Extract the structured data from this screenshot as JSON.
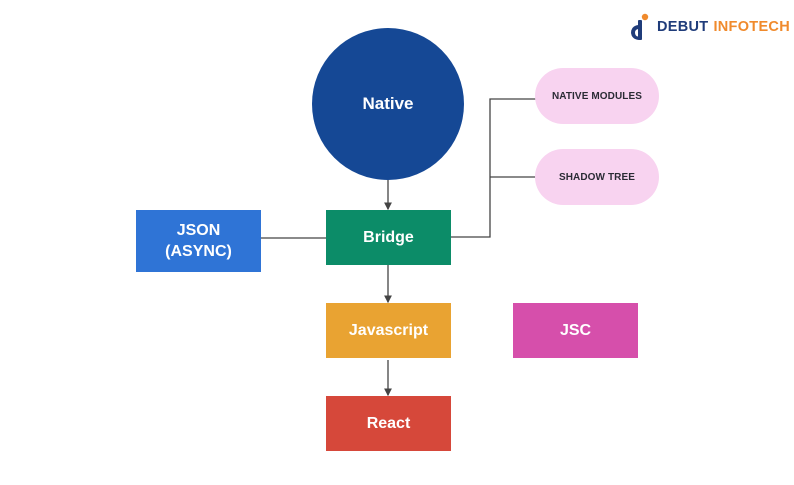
{
  "logo": {
    "icon": "debut-infotech-logo-icon",
    "word1": "DEBUT",
    "word2": "INFOTECH",
    "colors": {
      "primary": "#1f3c7a",
      "accent": "#f08a2c"
    }
  },
  "diagram": {
    "nodes": {
      "native": {
        "label": "Native",
        "shape": "circle",
        "color": "#154895"
      },
      "json": {
        "label": "JSON\n(ASYNC)",
        "line1": "JSON",
        "line2": "(ASYNC)",
        "shape": "rectangle",
        "color": "#2f74d6"
      },
      "bridge": {
        "label": "Bridge",
        "shape": "rectangle",
        "color": "#0c8c68"
      },
      "javascript": {
        "label": "Javascript",
        "shape": "rectangle",
        "color": "#e9a332"
      },
      "jsc": {
        "label": "JSC",
        "shape": "rectangle",
        "color": "#d64fab"
      },
      "react": {
        "label": "React",
        "shape": "rectangle",
        "color": "#d6483a"
      },
      "native_modules": {
        "label": "NATIVE MODULES",
        "shape": "pill",
        "color": "#f8d3f0"
      },
      "shadow_tree": {
        "label": "SHADOW TREE",
        "shape": "pill",
        "color": "#f8d3f0"
      }
    },
    "edges": [
      {
        "from": "native",
        "to": "bridge",
        "type": "arrow"
      },
      {
        "from": "json",
        "to": "bridge",
        "type": "line"
      },
      {
        "from": "bridge",
        "to": "native_modules",
        "type": "line"
      },
      {
        "from": "bridge",
        "to": "shadow_tree",
        "type": "line"
      },
      {
        "from": "bridge",
        "to": "javascript",
        "type": "arrow"
      },
      {
        "from": "javascript",
        "to": "react",
        "type": "arrow"
      }
    ],
    "line_color": "#444444"
  }
}
